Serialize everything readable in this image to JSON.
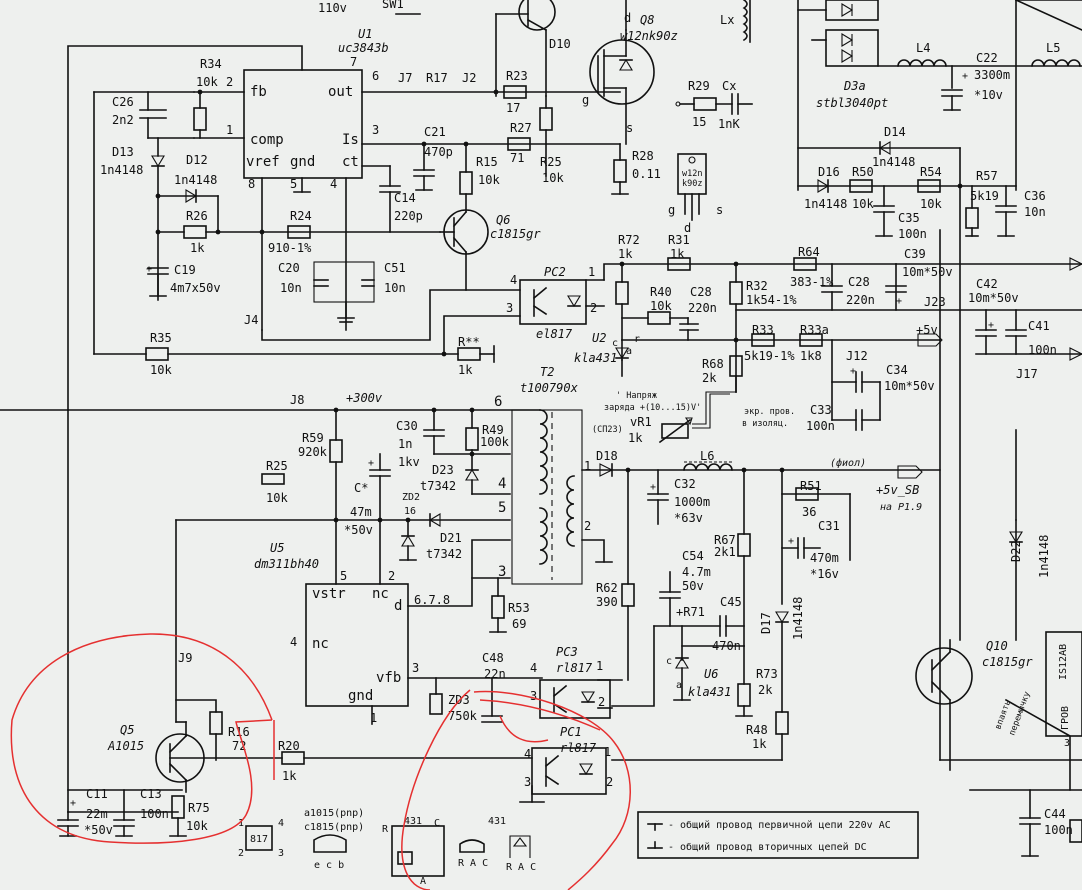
{
  "top": {
    "v110": "110v",
    "sw1": "SW1"
  },
  "u1": {
    "ref": "U1",
    "part": "uc3843b",
    "pin_fb": "fb",
    "pin_out": "out",
    "pin_comp": "comp",
    "pin_is": "Is",
    "pin_vref": "vref",
    "pin_gnd": "gnd",
    "pin_ct": "ct",
    "n1": "1",
    "n2": "2",
    "n3": "3",
    "n4": "4",
    "n5": "5",
    "n6": "6",
    "n7": "7",
    "n8": "8"
  },
  "parts": {
    "r34": "R34",
    "r34v": "10k",
    "c26": "C26",
    "c26v": "2n2",
    "d13": "D13",
    "d13v": "1n4148",
    "d12": "D12",
    "d12v": "1n4148",
    "r26": "R26",
    "r26v": "1k",
    "r24": "R24",
    "r24v": "910-1%",
    "c19": "C19",
    "c19v": "4m7x50v",
    "c20": "C20",
    "c20v": "10n",
    "c51": "C51",
    "c51v": "10n",
    "j4": "J4",
    "r35": "R35",
    "r35v": "10k",
    "rxx": "R**",
    "rxxv": "1k",
    "j7": "J7",
    "r17": "R17",
    "j2": "J2",
    "r23": "R23",
    "r23v": "17",
    "r27": "R27",
    "r27v": "71",
    "c21": "C21",
    "c21v": "470p",
    "c14": "C14",
    "c14v": "220p",
    "r15": "R15",
    "r15v": "10k",
    "r25a": "R25",
    "r25av": "10k",
    "q6": "Q6",
    "q6v": "c1815gr",
    "d10": "D10",
    "q8": "Q8",
    "q8v": "w12nk90z",
    "q8d": "d",
    "q8g": "g",
    "q8s": "s",
    "r28": "R28",
    "r28v": "0.11",
    "pkg1": "w12n",
    "pkg2": "k90z",
    "pkg_g": "g",
    "pkg_d": "d",
    "pkg_s": "s",
    "r29": "R29",
    "r29v": "15",
    "cx": "Cx",
    "cxv": "1nK",
    "lx": "Lx",
    "d3a": "D3a",
    "d3av": "stbl3040pt",
    "l4": "L4",
    "c22": "C22",
    "c22v": "3300m",
    "c22v2": "*10v",
    "l5": "L5",
    "d14": "D14",
    "d14v": "1n4148",
    "d16": "D16",
    "d16v": "1n4148",
    "r50": "R50",
    "r50v": "10k",
    "c35": "C35",
    "c35v": "100n",
    "r54": "R54",
    "r54v": "10k",
    "r57": "R57",
    "r57v": "5k19",
    "c36": "C36",
    "c36v": "10n",
    "pc2": "PC2",
    "pc2v": "el817",
    "r72": "R72",
    "r72v": "1k",
    "r31": "R31",
    "r31v": "1k",
    "r40": "R40",
    "r40v": "10k",
    "c28": "C28",
    "c28v": "220n",
    "r32": "R32",
    "r32v": "1k54-1%",
    "r64": "R64",
    "r64v": "383-1%",
    "c28b": "C28",
    "c28bv": "220n",
    "c39": "C39",
    "c39v": "10m*50v",
    "c42": "C42",
    "c42v": "10m*50v",
    "j23": "J23",
    "c41": "C41",
    "c41v": "100n",
    "u2": "U2",
    "u2v": "kla431",
    "r33": "R33",
    "r33v": "5k19-1%",
    "r33a": "R33a",
    "r33av": "1k8",
    "p5v": "+5v",
    "j12": "J12",
    "c34": "C34",
    "c34v": "10m*50v",
    "j17": "J17",
    "r68": "R68",
    "r68v": "2k",
    "note1": "' Напряж",
    "note2": "заряда +(10...15)V'",
    "sp23": "(СП23)",
    "vr1": "vR1",
    "vr1v": "1k",
    "ekr1": "экр. пров.",
    "ekr2": "в изоляц.",
    "c33": "C33",
    "c33v": "100n",
    "j8": "J8",
    "p300": "+300v",
    "r59": "R59",
    "r59v": "920k",
    "r25b": "R25",
    "r25bv": "10k",
    "c30": "C30",
    "c30v": "1n",
    "c30v2": "1kv",
    "r49": "R49",
    "r49v": "100k",
    "t2": "T2",
    "t2v": "t100790x",
    "w6": "6",
    "w4": "4",
    "w5": "5",
    "w3": "3",
    "w1": "1",
    "w2": "2",
    "d23": "D23",
    "d23v": "t7342",
    "cx2": "C*",
    "cx2v": "47m",
    "cx2v2": "*50v",
    "zd2": "ZD2",
    "zd2v": "16",
    "d21": "D21",
    "d21v": "t7342",
    "u5": "U5",
    "u5v": "dm311bh40",
    "u5vstr": "vstr",
    "u5nc": "nc",
    "u5nc2": "nc",
    "u5d": "d",
    "u5vfb": "vfb",
    "u5gnd": "gnd",
    "u5p5": "5",
    "u5p2": "2",
    "u5p4": "4",
    "u5p678": "6.7.8",
    "u5p3": "3",
    "u5p1": "1",
    "r53": "R53",
    "r53v": "69",
    "d18": "D18",
    "l6": "L6",
    "fiol": "(фиол)",
    "p5vsb": "+5v_SB",
    "nap19": "на P1.9",
    "c32": "C32",
    "c32v": "1000m",
    "c32v2": "*63v",
    "r51": "R51",
    "r51v": "36",
    "c31": "C31",
    "c31v": "470m",
    "c31v2": "*16v",
    "r67": "R67",
    "r67v": "2k1",
    "c54": "C54",
    "c54v": "4.7m",
    "c54v2": "50v",
    "r62": "R62",
    "r62v": "390",
    "r71": "+R71",
    "c45": "C45",
    "c45v": "470n",
    "d17": "D17",
    "d17v": "1n4148",
    "c48": "C48",
    "c48v": "22n",
    "pc3": "PC3",
    "pc3v": "rl817",
    "zd3": "ZD3",
    "zd3v": "750k",
    "u6": "U6",
    "u6v": "kla431",
    "r73": "R73",
    "r73v": "2k",
    "r48": "R48",
    "r48v": "1k",
    "d22": "D22",
    "d22v": "1n4148",
    "q10": "Q10",
    "q10v": "c1815gr",
    "vpayat1": "впаять",
    "vpayat2": "перемычку",
    "ic_is": "IS12AB",
    "ic_grp": "ГРОВ",
    "c44": "C44",
    "c44v": "100n",
    "j9": "J9",
    "q5": "Q5",
    "q5v": "A1015",
    "r16": "R16",
    "r16v": "72",
    "r20": "R20",
    "r20v": "1k",
    "c11": "C11",
    "c11v": "22m",
    "c11v2": "*50v",
    "c13": "C13",
    "c13v": "100n",
    "r75": "R75",
    "r75v": "10k",
    "pc1": "PC1",
    "pc1v": "rl817"
  },
  "legend": {
    "pkg817": "817",
    "a1015": "a1015(pnp)",
    "c1815": "c1815(pnp)",
    "ecb": "e c b",
    "t431": "431",
    "t431b": "431",
    "rac": "R A C",
    "rac2": "R A C",
    "lr": "R",
    "lc": "C",
    "la": "A",
    "gnd_primary": "- общий провод первичной цепи 220v AC",
    "gnd_secondary": "- общий провод вторичных цепей DC"
  }
}
